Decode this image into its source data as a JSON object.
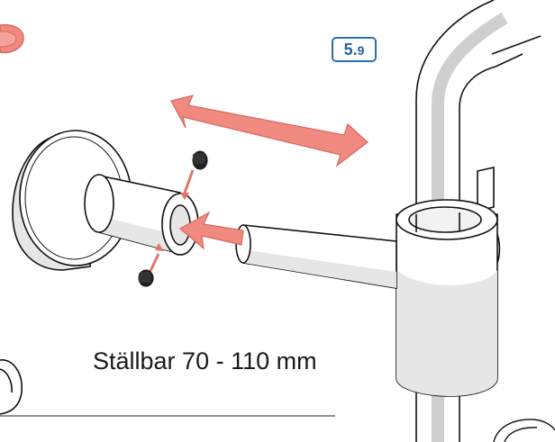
{
  "step": {
    "major": "5.",
    "minor": "9"
  },
  "caption": "Ställbar 70 - 110 mm",
  "colors": {
    "arrow": "#f08a80",
    "arrow_stroke": "#d9675c",
    "line": "#111111",
    "shade": "#e6e6e6",
    "badge": "#2b6fb3"
  },
  "icons": [
    "double-arrow-icon",
    "insert-arrow-icon",
    "screw-icon"
  ]
}
